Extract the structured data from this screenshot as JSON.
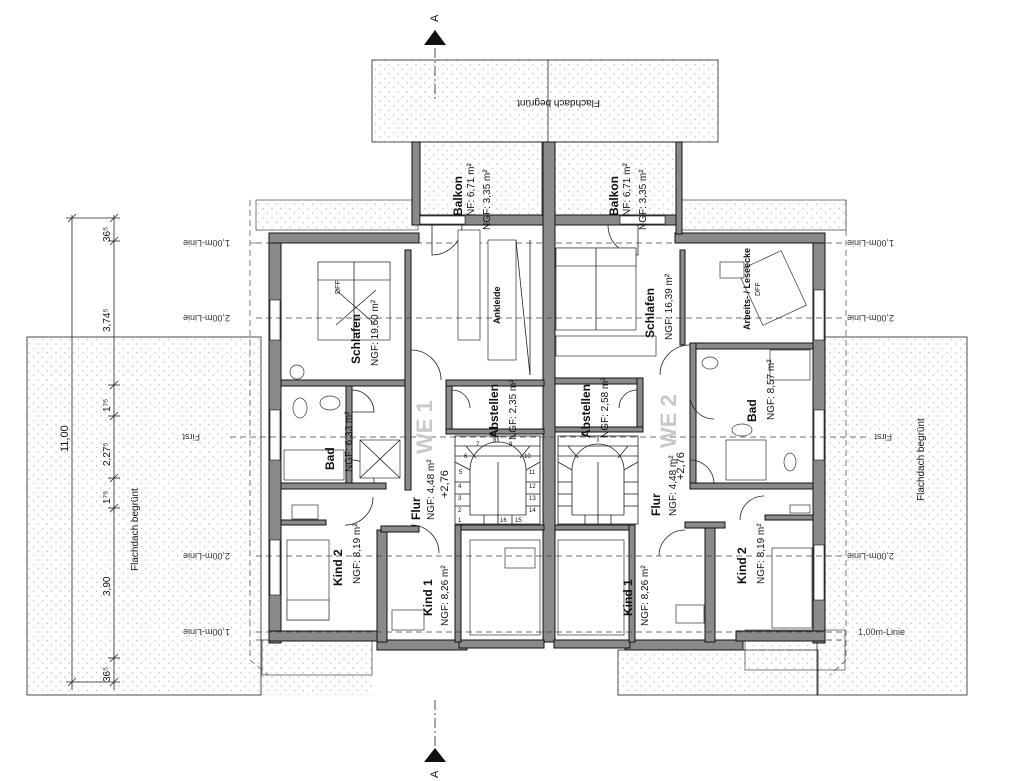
{
  "section_marker": "A",
  "flat_roof_label": "Flachdach begrünt",
  "first_label": "First",
  "line_labels": {
    "one_meter": "1,00m-Linie",
    "two_meter": "2,00m-Linie"
  },
  "units": {
    "we1": {
      "label": "WE 1",
      "level": "+2,76",
      "rooms": {
        "balkon": {
          "name": "Balkon",
          "area1": "NF: 6,71 m²",
          "area2": "NGF: 3,35 m²"
        },
        "ankleide": {
          "name": "Ankleide"
        },
        "schlafen": {
          "name": "Schlafen",
          "area": "NGF: 19,50 m²"
        },
        "abstellen": {
          "name": "Abstellen",
          "area": "NGF: 2,35 m²"
        },
        "bad": {
          "name": "Bad",
          "area": "NGF: 6,33 m²"
        },
        "flur": {
          "name": "Flur",
          "area": "NGF: 4,48 m²"
        },
        "kind1": {
          "name": "Kind 1",
          "area": "NGF: 8,26 m²"
        },
        "kind2": {
          "name": "Kind 2",
          "area": "NGF: 8,19 m²"
        }
      }
    },
    "we2": {
      "label": "WE 2",
      "level": "+2,76",
      "rooms": {
        "balkon": {
          "name": "Balkon",
          "area1": "NF: 6,71 m²",
          "area2": "NGF: 3,35 m²"
        },
        "schlafen": {
          "name": "Schlafen",
          "area": "NGF: 16,39 m²"
        },
        "arbeiten": {
          "name": "Arbeits- / Leseecke"
        },
        "abstellen": {
          "name": "Abstellen",
          "area": "NGF: 2,58 m²"
        },
        "bad": {
          "name": "Bad",
          "area": "NGF: 8,57 m²"
        },
        "flur": {
          "name": "Flur",
          "area": "NGF: 4,48 m²"
        },
        "kind1": {
          "name": "Kind 1",
          "area": "NGF: 8,26 m²"
        },
        "kind2": {
          "name": "Kind 2",
          "area": "NGF: 8,19 m²"
        }
      }
    }
  },
  "window_tag": "DFF",
  "stair_steps": [
    "1",
    "2",
    "3",
    "4",
    "5",
    "6",
    "7",
    "8",
    "9",
    "10",
    "11",
    "12",
    "13",
    "14",
    "15",
    "16"
  ],
  "dimensions": {
    "total": "11,00",
    "segments": [
      "36⁵",
      "3,74⁵",
      "1⁷⁵",
      "2,27⁵",
      "1⁷⁵",
      "3,90",
      "36⁵"
    ]
  }
}
